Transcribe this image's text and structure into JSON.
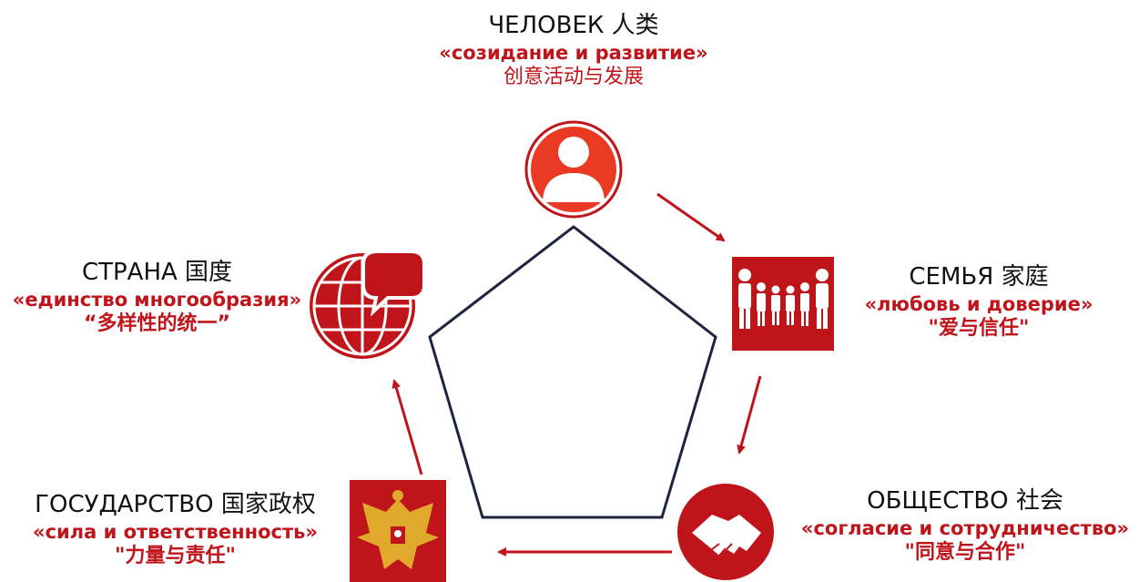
{
  "colors": {
    "accent": "#c0141b",
    "outline": "#1e2440",
    "text": "#111111"
  },
  "nodes": {
    "person": {
      "title": "ЧЕЛОВЕК 人类",
      "motto": "«созидание и развитие»",
      "cn": "创意活动与发展",
      "icon": "person-icon"
    },
    "family": {
      "title": "СЕМЬЯ 家庭",
      "motto": "«любовь и доверие»",
      "cn": "\"爱与信任\"",
      "icon": "family-icon"
    },
    "society": {
      "title": "ОБЩЕСТВО 社会",
      "motto": "«согласие и сотрудничество»",
      "cn": "\"同意与合作\"",
      "icon": "handshake-icon"
    },
    "state": {
      "title": "ГОСУДАРСТВО 国家政权",
      "motto": "«сила и ответственность»",
      "cn": "\"力量与责任\"",
      "icon": "coat-of-arms-icon"
    },
    "country": {
      "title": "СТРАНА 国度",
      "motto": "«единство многообразия»",
      "cn": "“多样性的统一”",
      "icon": "globe-speech-icon"
    }
  }
}
